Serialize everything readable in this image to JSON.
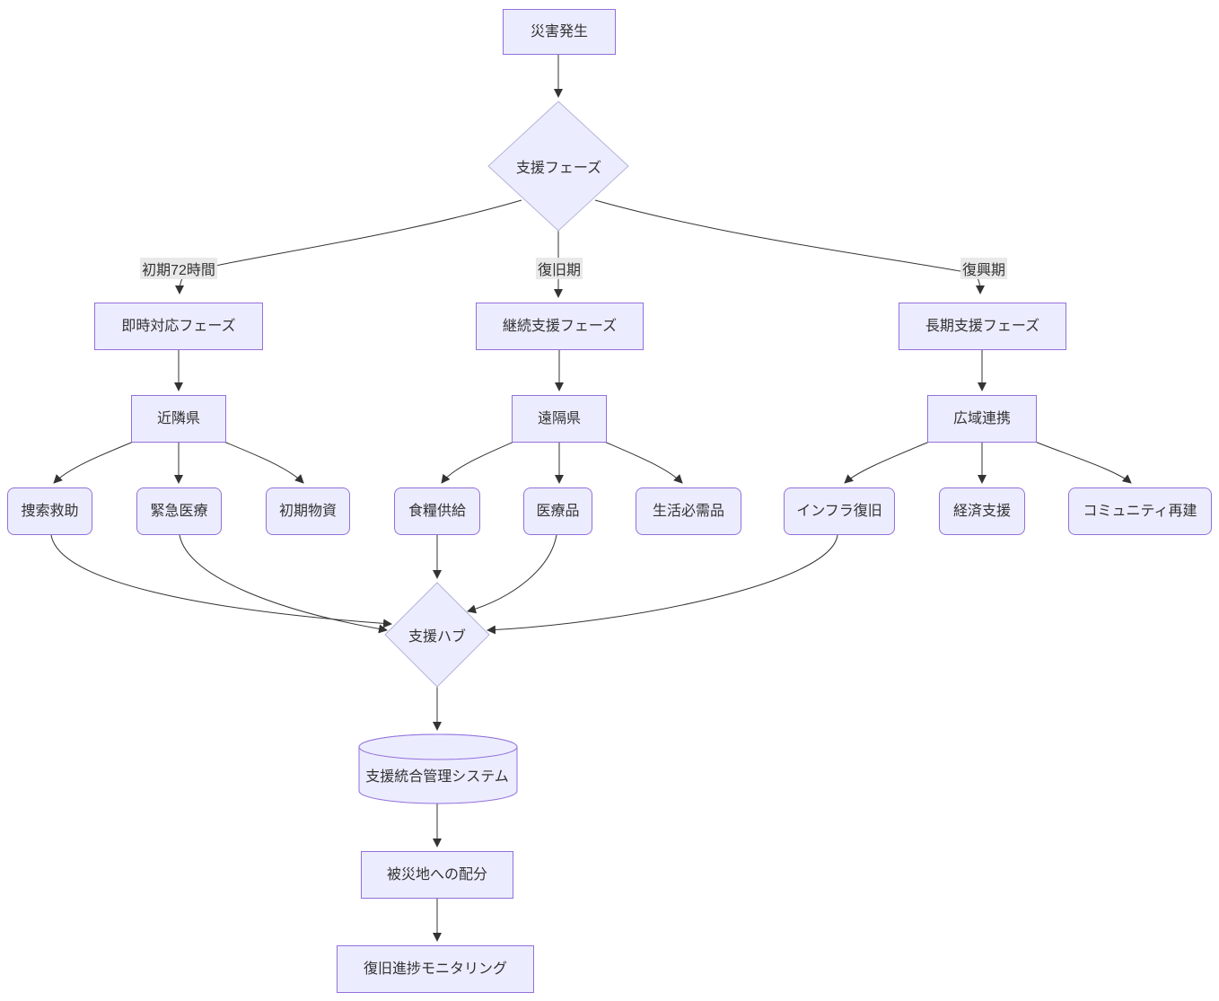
{
  "diagram": {
    "type": "flowchart",
    "direction": "top-down",
    "nodes": {
      "disaster_start": "災害発生",
      "phase_decision": "支援フェーズ",
      "immediate_phase": "即時対応フェーズ",
      "continuous_phase": "継続支援フェーズ",
      "longterm_phase": "長期支援フェーズ",
      "neighboring_pref": "近隣県",
      "remote_pref": "遠隔県",
      "widearea_coop": "広域連携",
      "search_rescue": "捜索救助",
      "emergency_medical": "緊急医療",
      "initial_supplies": "初期物資",
      "food_supply": "食糧供給",
      "medical_supplies": "医療品",
      "daily_necessities": "生活必需品",
      "infra_restoration": "インフラ復旧",
      "economic_support": "経済支援",
      "community_rebuild": "コミュニティ再建",
      "support_hub": "支援ハブ",
      "management_system": "支援統合管理システム",
      "distribution": "被災地への配分",
      "monitoring": "復旧進捗モニタリング"
    },
    "edge_labels": {
      "initial_72h": "初期72時間",
      "recovery_period": "復旧期",
      "reconstruction_period": "復興期"
    },
    "edges": [
      {
        "from": "災害発生",
        "to": "支援フェーズ",
        "label": ""
      },
      {
        "from": "支援フェーズ",
        "to": "即時対応フェーズ",
        "label": "初期72時間"
      },
      {
        "from": "支援フェーズ",
        "to": "継続支援フェーズ",
        "label": "復旧期"
      },
      {
        "from": "支援フェーズ",
        "to": "長期支援フェーズ",
        "label": "復興期"
      },
      {
        "from": "即時対応フェーズ",
        "to": "近隣県",
        "label": ""
      },
      {
        "from": "継続支援フェーズ",
        "to": "遠隔県",
        "label": ""
      },
      {
        "from": "長期支援フェーズ",
        "to": "広域連携",
        "label": ""
      },
      {
        "from": "近隣県",
        "to": "捜索救助",
        "label": ""
      },
      {
        "from": "近隣県",
        "to": "緊急医療",
        "label": ""
      },
      {
        "from": "近隣県",
        "to": "初期物資",
        "label": ""
      },
      {
        "from": "遠隔県",
        "to": "食糧供給",
        "label": ""
      },
      {
        "from": "遠隔県",
        "to": "医療品",
        "label": ""
      },
      {
        "from": "遠隔県",
        "to": "生活必需品",
        "label": ""
      },
      {
        "from": "広域連携",
        "to": "インフラ復旧",
        "label": ""
      },
      {
        "from": "広域連携",
        "to": "経済支援",
        "label": ""
      },
      {
        "from": "広域連携",
        "to": "コミュニティ再建",
        "label": ""
      },
      {
        "from": "捜索救助",
        "to": "支援ハブ",
        "label": ""
      },
      {
        "from": "緊急医療",
        "to": "支援ハブ",
        "label": ""
      },
      {
        "from": "食糧供給",
        "to": "支援ハブ",
        "label": ""
      },
      {
        "from": "医療品",
        "to": "支援ハブ",
        "label": ""
      },
      {
        "from": "インフラ復旧",
        "to": "支援ハブ",
        "label": ""
      },
      {
        "from": "支援ハブ",
        "to": "支援統合管理システム",
        "label": ""
      },
      {
        "from": "支援統合管理システム",
        "to": "被災地への配分",
        "label": ""
      },
      {
        "from": "被災地への配分",
        "to": "復旧進捗モニタリング",
        "label": ""
      }
    ],
    "colors": {
      "node_fill": "#ECECFF",
      "node_border": "#9370DB",
      "diamond_border": "#B3B3D9",
      "edge_line": "#333333",
      "text": "#333333",
      "edge_label_bg": "#E8E8E8",
      "background": "#FFFFFF"
    }
  }
}
